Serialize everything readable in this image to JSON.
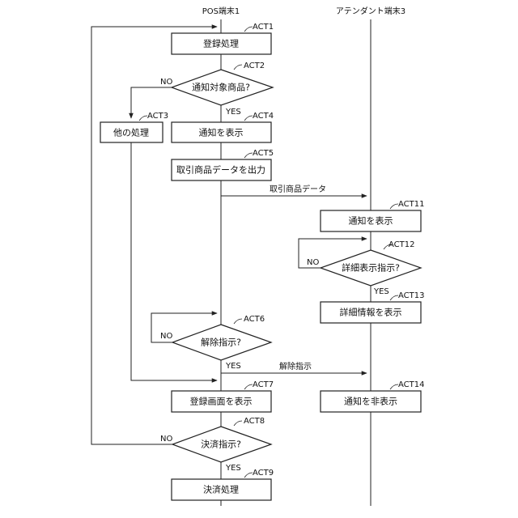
{
  "lanes": {
    "pos": "POS端末1",
    "attendant": "アテンダント端末3"
  },
  "steps": {
    "act1": {
      "id": "ACT1",
      "label": "登録処理"
    },
    "act2": {
      "id": "ACT2",
      "label": "通知対象商品?"
    },
    "act3": {
      "id": "ACT3",
      "label": "他の処理"
    },
    "act4": {
      "id": "ACT4",
      "label": "通知を表示"
    },
    "act5": {
      "id": "ACT5",
      "label": "取引商品データを出力"
    },
    "act6": {
      "id": "ACT6",
      "label": "解除指示?"
    },
    "act7": {
      "id": "ACT7",
      "label": "登録画面を表示"
    },
    "act8": {
      "id": "ACT8",
      "label": "決済指示?"
    },
    "act9": {
      "id": "ACT9",
      "label": "決済処理"
    },
    "act11": {
      "id": "ACT11",
      "label": "通知を表示"
    },
    "act12": {
      "id": "ACT12",
      "label": "詳細表示指示?"
    },
    "act13": {
      "id": "ACT13",
      "label": "詳細情報を表示"
    },
    "act14": {
      "id": "ACT14",
      "label": "通知を非表示"
    }
  },
  "branches": {
    "yes": "YES",
    "no": "NO"
  },
  "messages": {
    "transaction_data": "取引商品データ",
    "release": "解除指示"
  }
}
